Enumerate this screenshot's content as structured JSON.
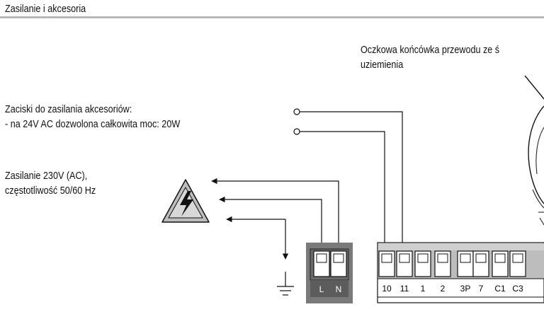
{
  "section_title": "Zasilanie i akcesoria",
  "labels": {
    "earth_ring": {
      "line1": "Oczkowa końcówka przewodu ze ś",
      "line2": "uziemienia"
    },
    "accessories": {
      "line1": "Zaciski do zasilania akcesoriów:",
      "line2": "- na 24V AC dozwolona całkowita moc: 20W"
    },
    "mains": {
      "line1": "Zasilanie 230V (AC),",
      "line2": "częstotliwość 50/60 Hz"
    }
  },
  "power_terminal": {
    "labels": [
      "L",
      "N"
    ]
  },
  "control_terminal": {
    "labels": [
      "10",
      "11",
      "1",
      "2",
      "3P",
      "7",
      "C1",
      "C3"
    ]
  },
  "icons": [
    "high-voltage-warning-icon",
    "ground-icon"
  ],
  "colors": {
    "line": "#111111",
    "title_rule": "#b9b9b9",
    "terminal_dark": "#555555",
    "terminal_light": "#bdbdbd"
  }
}
